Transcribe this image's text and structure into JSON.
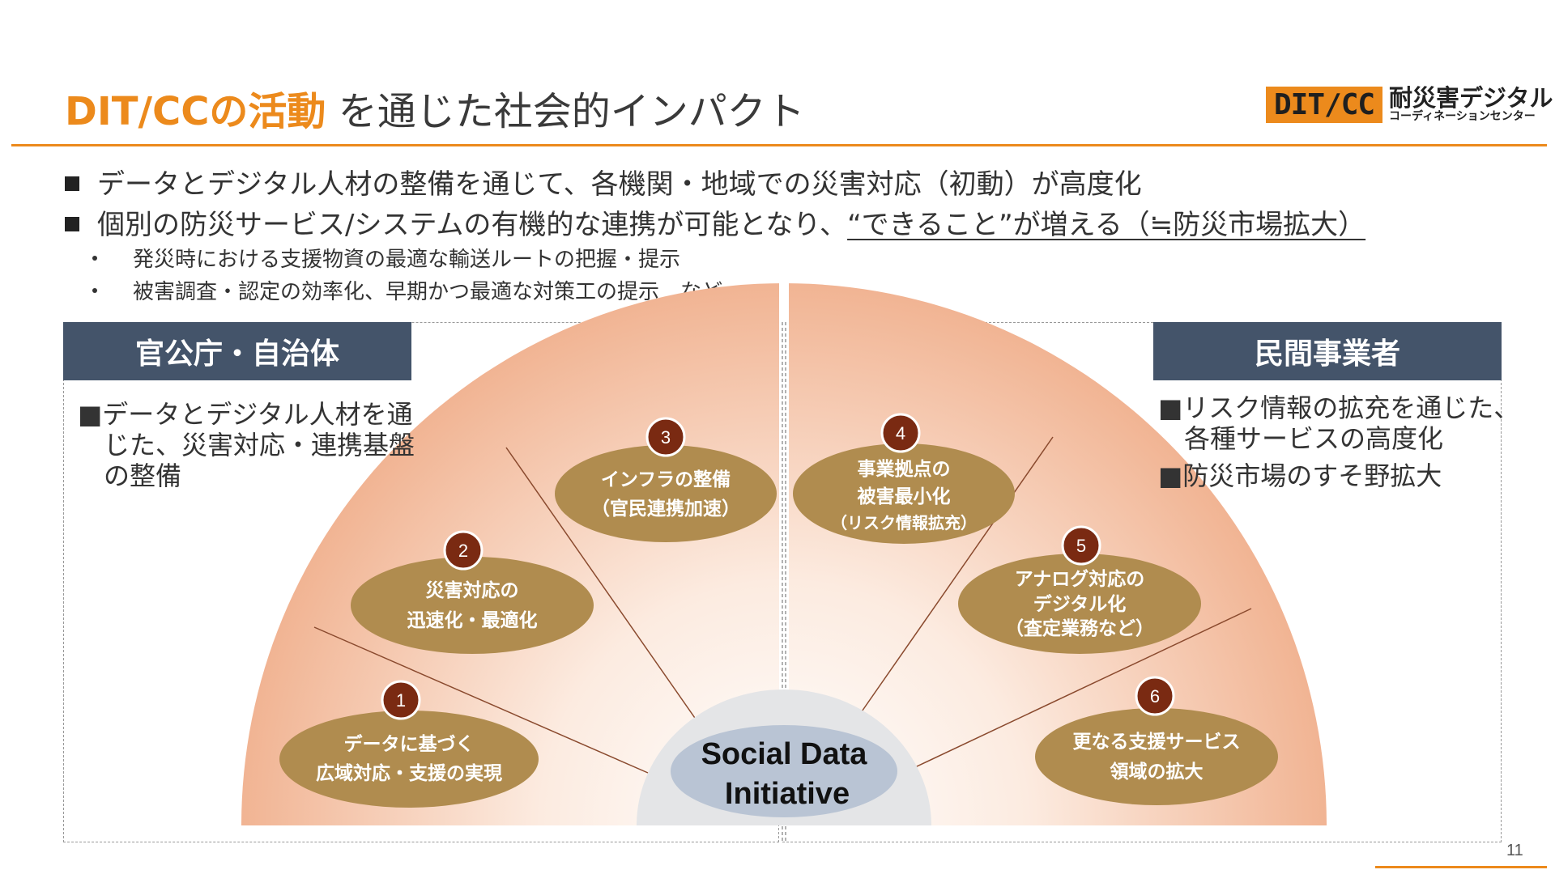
{
  "title": {
    "accent": "DIT/CCの活動",
    "rest": " を通じた社会的インパクト"
  },
  "logo": {
    "mark": "DIT/CC",
    "name": "耐災害デジタル",
    "sub": "コーディネーションセンター"
  },
  "bullets": [
    {
      "text": "データとデジタル人材の整備を通じて、各機関・地域での災害対応（初動）が高度化"
    },
    {
      "text": "個別の防災サービス/システムの有機的な連携が可能となり、",
      "underlined": "“できること”が増える（≒防災市場拡大）"
    }
  ],
  "sub_bullets": [
    "発災時における支援物資の最適な輸送ルートの把握・提示",
    "被害調査・認定の効率化、早期かつ最適な対策工の提示　など"
  ],
  "left_panel": {
    "header": "官公庁・自治体",
    "text_lines": [
      "■データとデジタル人材を通",
      "　じた、災害対応・連携基盤",
      "　の整備"
    ]
  },
  "right_panel": {
    "header": "民間事業者",
    "text_lines": [
      "■リスク情報の拡充を通じた、",
      "　各種サービスの高度化",
      "■防災市場のすそ野拡大"
    ]
  },
  "center": {
    "line1": "Social Data",
    "line2": "Initiative"
  },
  "items": [
    {
      "num": "1",
      "lines": [
        "データに基づく",
        "広域対応・支援の実現"
      ]
    },
    {
      "num": "2",
      "lines": [
        "災害対応の",
        "迅速化・最適化"
      ]
    },
    {
      "num": "3",
      "lines": [
        "インフラの整備",
        "（官民連携加速）"
      ]
    },
    {
      "num": "4",
      "lines": [
        "事業拠点の",
        "被害最小化",
        "（リスク情報拡充）"
      ]
    },
    {
      "num": "5",
      "lines": [
        "アナログ対応の",
        "デジタル化",
        "（査定業務など）"
      ]
    },
    {
      "num": "6",
      "lines": [
        "更なる支援サービス",
        "領域の拡大"
      ]
    }
  ],
  "page_number": "11",
  "colors": {
    "accent": "#ec8a1c",
    "header_bg": "#44546a",
    "oval": "#b08c4f",
    "number_circle": "#7a2a12",
    "center_oval": "#b9c4d4"
  }
}
